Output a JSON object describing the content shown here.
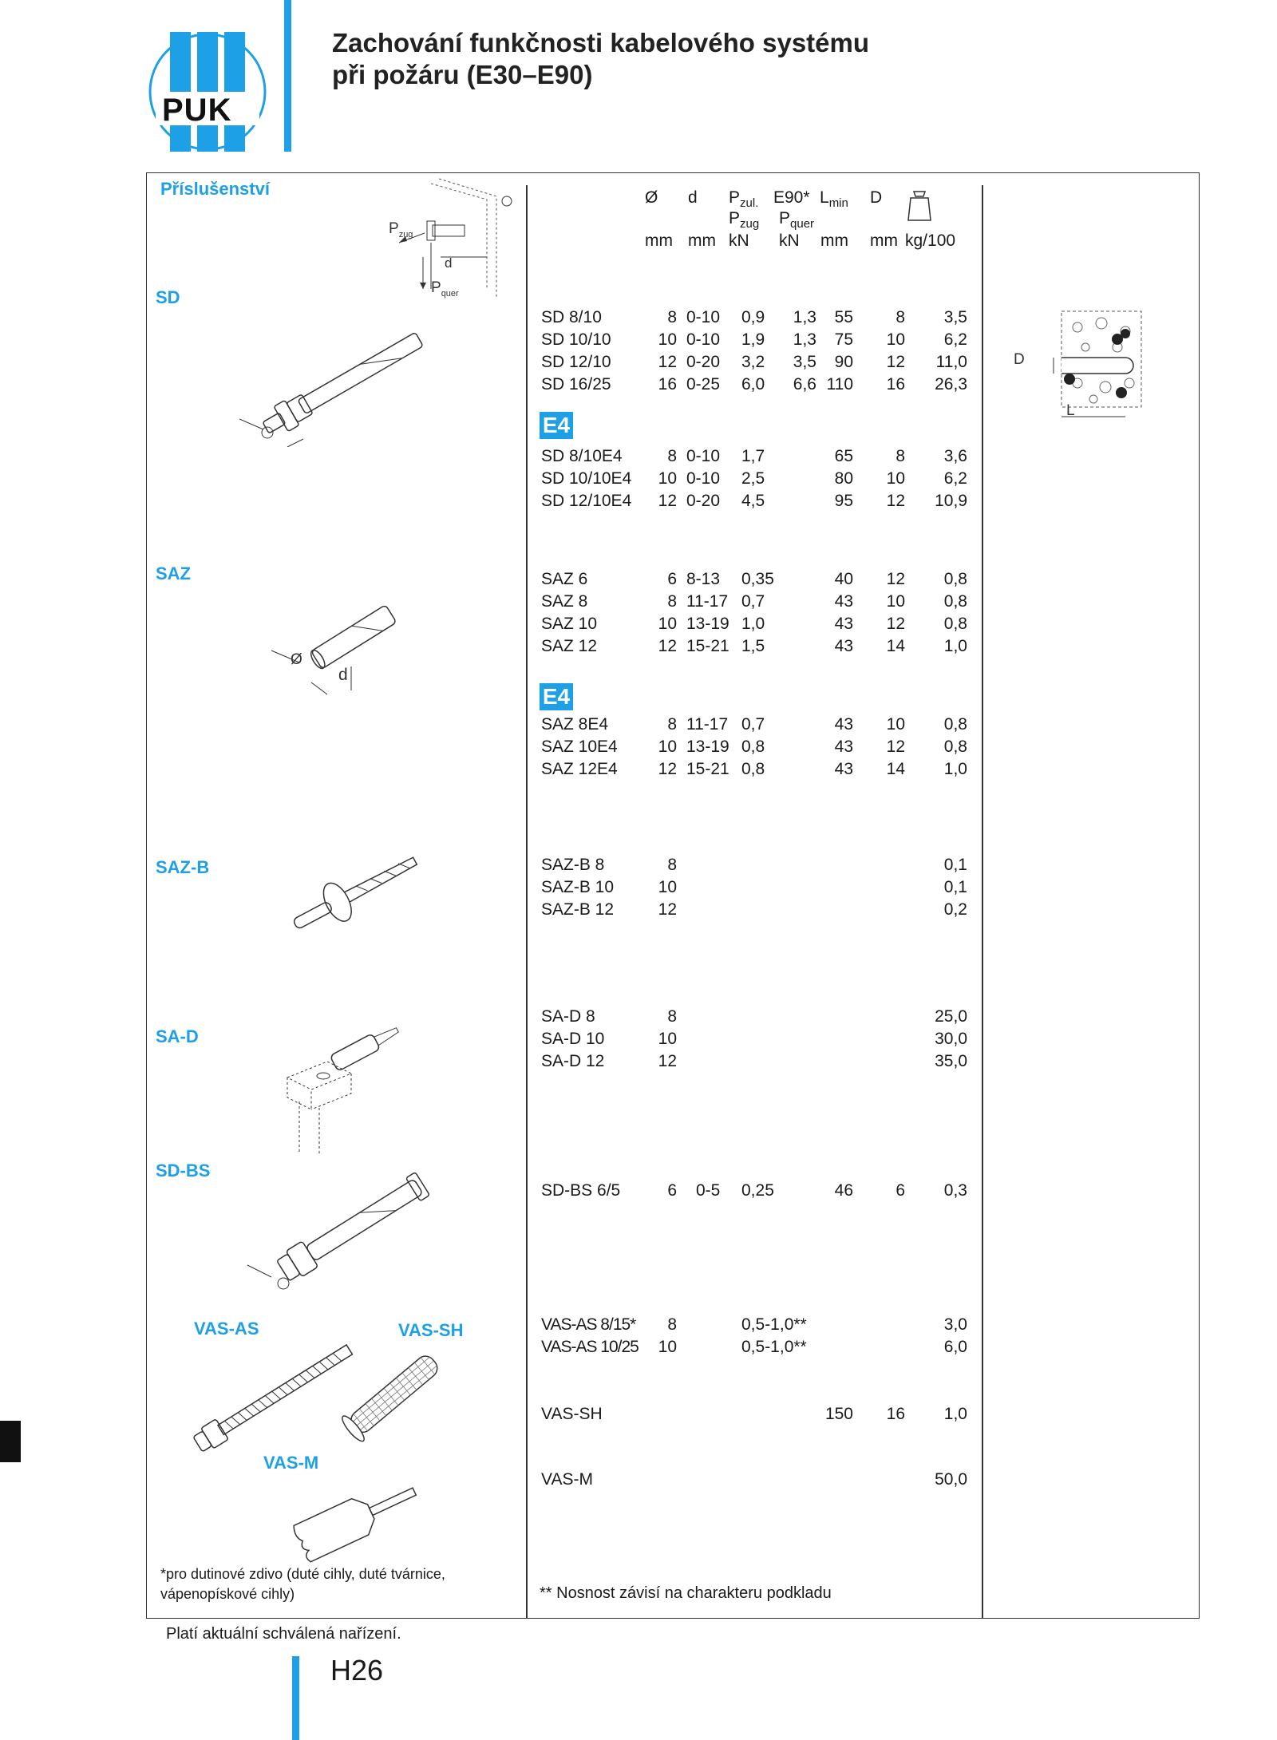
{
  "header": {
    "logo_text": "PUK",
    "title_line1": "Zachování funkčnosti kabelového systému",
    "title_line2": "při požáru (E30–E90)"
  },
  "table_header": {
    "section": "Příslušenství",
    "col_diameter": "Ø",
    "col_d": "d",
    "col_pzul": "P",
    "col_pzul_sub": "zul.",
    "col_e90": "E90*",
    "col_lmin": "L",
    "col_lmin_sub": "min",
    "col_D": "D",
    "col_pzug": "P",
    "col_pzug_sub": "zug",
    "col_pquer": "P",
    "col_pquer_sub": "quer",
    "unit_diameter": "mm",
    "unit_d": "mm",
    "unit_pzul": "kN",
    "unit_e90": "kN",
    "unit_lmin": "mm",
    "unit_D": "mm",
    "unit_weight": "kg/100",
    "weight_icon": "weight-icon"
  },
  "drawing_labels": {
    "pzug": "P",
    "pzug_sub": "zug",
    "pquer": "P",
    "pquer_sub": "quer",
    "d": "d",
    "D": "D",
    "L": "L",
    "phi": "Ø"
  },
  "sections": {
    "sd": "SD",
    "saz": "SAZ",
    "sazb": "SAZ-B",
    "sad": "SA-D",
    "sdbs": "SD-BS",
    "vasas": "VAS-AS",
    "vassh": "VAS-SH",
    "vasm": "VAS-M"
  },
  "e4_badge": "E4",
  "rows": {
    "sd": [
      [
        "SD 8/10",
        "8",
        "0-10",
        "0,9",
        "1,3",
        "55",
        "8",
        "3,5"
      ],
      [
        "SD 10/10",
        "10",
        "0-10",
        "1,9",
        "1,3",
        "75",
        "10",
        "6,2"
      ],
      [
        "SD 12/10",
        "12",
        "0-20",
        "3,2",
        "3,5",
        "90",
        "12",
        "11,0"
      ],
      [
        "SD 16/25",
        "16",
        "0-25",
        "6,0",
        "6,6",
        "110",
        "16",
        "26,3"
      ]
    ],
    "sd_e4": [
      [
        "SD 8/10E4",
        "8",
        "0-10",
        "1,7",
        "",
        "65",
        "8",
        "3,6"
      ],
      [
        "SD 10/10E4",
        "10",
        "0-10",
        "2,5",
        "",
        "80",
        "10",
        "6,2"
      ],
      [
        "SD 12/10E4",
        "12",
        "0-20",
        "4,5",
        "",
        "95",
        "12",
        "10,9"
      ]
    ],
    "saz": [
      [
        "SAZ 6",
        "6",
        "8-13",
        "0,35",
        "",
        "40",
        "12",
        "0,8"
      ],
      [
        "SAZ 8",
        "8",
        "11-17",
        "0,7",
        "",
        "43",
        "10",
        "0,8"
      ],
      [
        "SAZ 10",
        "10",
        "13-19",
        "1,0",
        "",
        "43",
        "12",
        "0,8"
      ],
      [
        "SAZ 12",
        "12",
        "15-21",
        "1,5",
        "",
        "43",
        "14",
        "1,0"
      ]
    ],
    "saz_e4": [
      [
        "SAZ 8E4",
        "8",
        "11-17",
        "0,7",
        "",
        "43",
        "10",
        "0,8"
      ],
      [
        "SAZ 10E4",
        "10",
        "13-19",
        "0,8",
        "",
        "43",
        "12",
        "0,8"
      ],
      [
        "SAZ 12E4",
        "12",
        "15-21",
        "0,8",
        "",
        "43",
        "14",
        "1,0"
      ]
    ],
    "sazb": [
      [
        "SAZ-B 8",
        "8",
        "",
        "",
        "",
        "",
        "",
        "0,1"
      ],
      [
        "SAZ-B 10",
        "10",
        "",
        "",
        "",
        "",
        "",
        "0,1"
      ],
      [
        "SAZ-B 12",
        "12",
        "",
        "",
        "",
        "",
        "",
        "0,2"
      ]
    ],
    "sad": [
      [
        "SA-D 8",
        "8",
        "",
        "",
        "",
        "",
        "",
        "25,0"
      ],
      [
        "SA-D 10",
        "10",
        "",
        "",
        "",
        "",
        "",
        "30,0"
      ],
      [
        "SA-D 12",
        "12",
        "",
        "",
        "",
        "",
        "",
        "35,0"
      ]
    ],
    "sdbs": [
      [
        "SD-BS 6/5",
        "6",
        "0-5",
        "0,25",
        "",
        "46",
        "6",
        "0,3"
      ]
    ],
    "vasas": [
      [
        "VAS-AS 8/15*",
        "8",
        "",
        "0,5-1,0**",
        "",
        "",
        "",
        "3,0"
      ],
      [
        "VAS-AS 10/25",
        "10",
        "",
        "0,5-1,0**",
        "",
        "",
        "",
        "6,0"
      ]
    ],
    "vassh": [
      [
        "VAS-SH",
        "",
        "",
        "",
        "",
        "150",
        "16",
        "1,0"
      ]
    ],
    "vasm": [
      [
        "VAS-M",
        "",
        "",
        "",
        "",
        "",
        "",
        "50,0"
      ]
    ]
  },
  "notes": {
    "footnote_left_1": "*pro dutinové zdivo (duté cihly, duté tvárnice,",
    "footnote_left_2": "vápenopískové cihly)",
    "footnote_right": "** Nosnost závisí na charakteru podkladu",
    "valid": "Platí aktuální schválená nařízení.",
    "page": "H26"
  },
  "colors": {
    "accent": "#1ea0e6",
    "text": "#1a1a1a",
    "line": "#333333"
  }
}
